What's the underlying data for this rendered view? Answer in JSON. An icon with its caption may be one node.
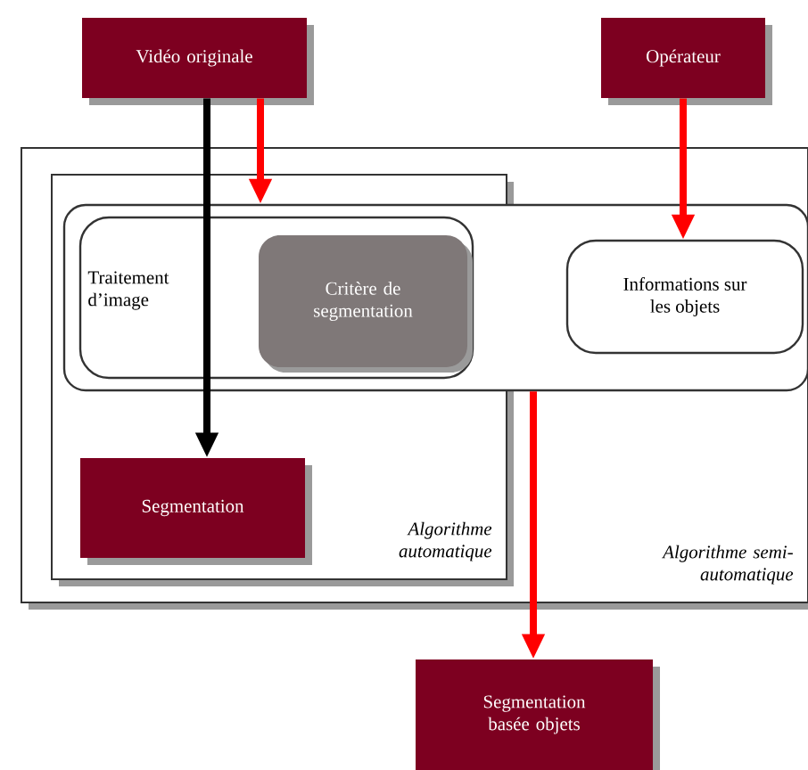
{
  "diagram": {
    "nodes": [
      {
        "text": [
          "Vidéo originale"
        ]
      },
      {
        "text": [
          "Opérateur"
        ]
      },
      {
        "text": [
          "Algorithme semi-automatique"
        ]
      },
      {
        "text": [
          "Algorithme automatique"
        ],
        "in": 2
      },
      {
        "text": [],
        "shape": "box",
        "in": 2
      },
      {
        "text": [
          "Traitement d’image"
        ]
      },
      {
        "text": [
          "Critère de segmentation"
        ],
        "in": 5
      },
      {
        "text": [
          "Informations sur les objets"
        ],
        "in": 4
      },
      {
        "text": [
          "Segmentation"
        ],
        "in": 3
      },
      {
        "text": [
          "Segmentation basée objets"
        ]
      }
    ],
    "edges": [
      {
        "from": 0,
        "to": 8,
        "arrow": "to",
        "color": "#000000"
      },
      {
        "from": 0,
        "to": 4,
        "arrow": "to"
      },
      {
        "from": 1,
        "to": 7,
        "arrow": "to"
      },
      {
        "from": 4,
        "to": 9,
        "arrow": "to"
      }
    ]
  }
}
